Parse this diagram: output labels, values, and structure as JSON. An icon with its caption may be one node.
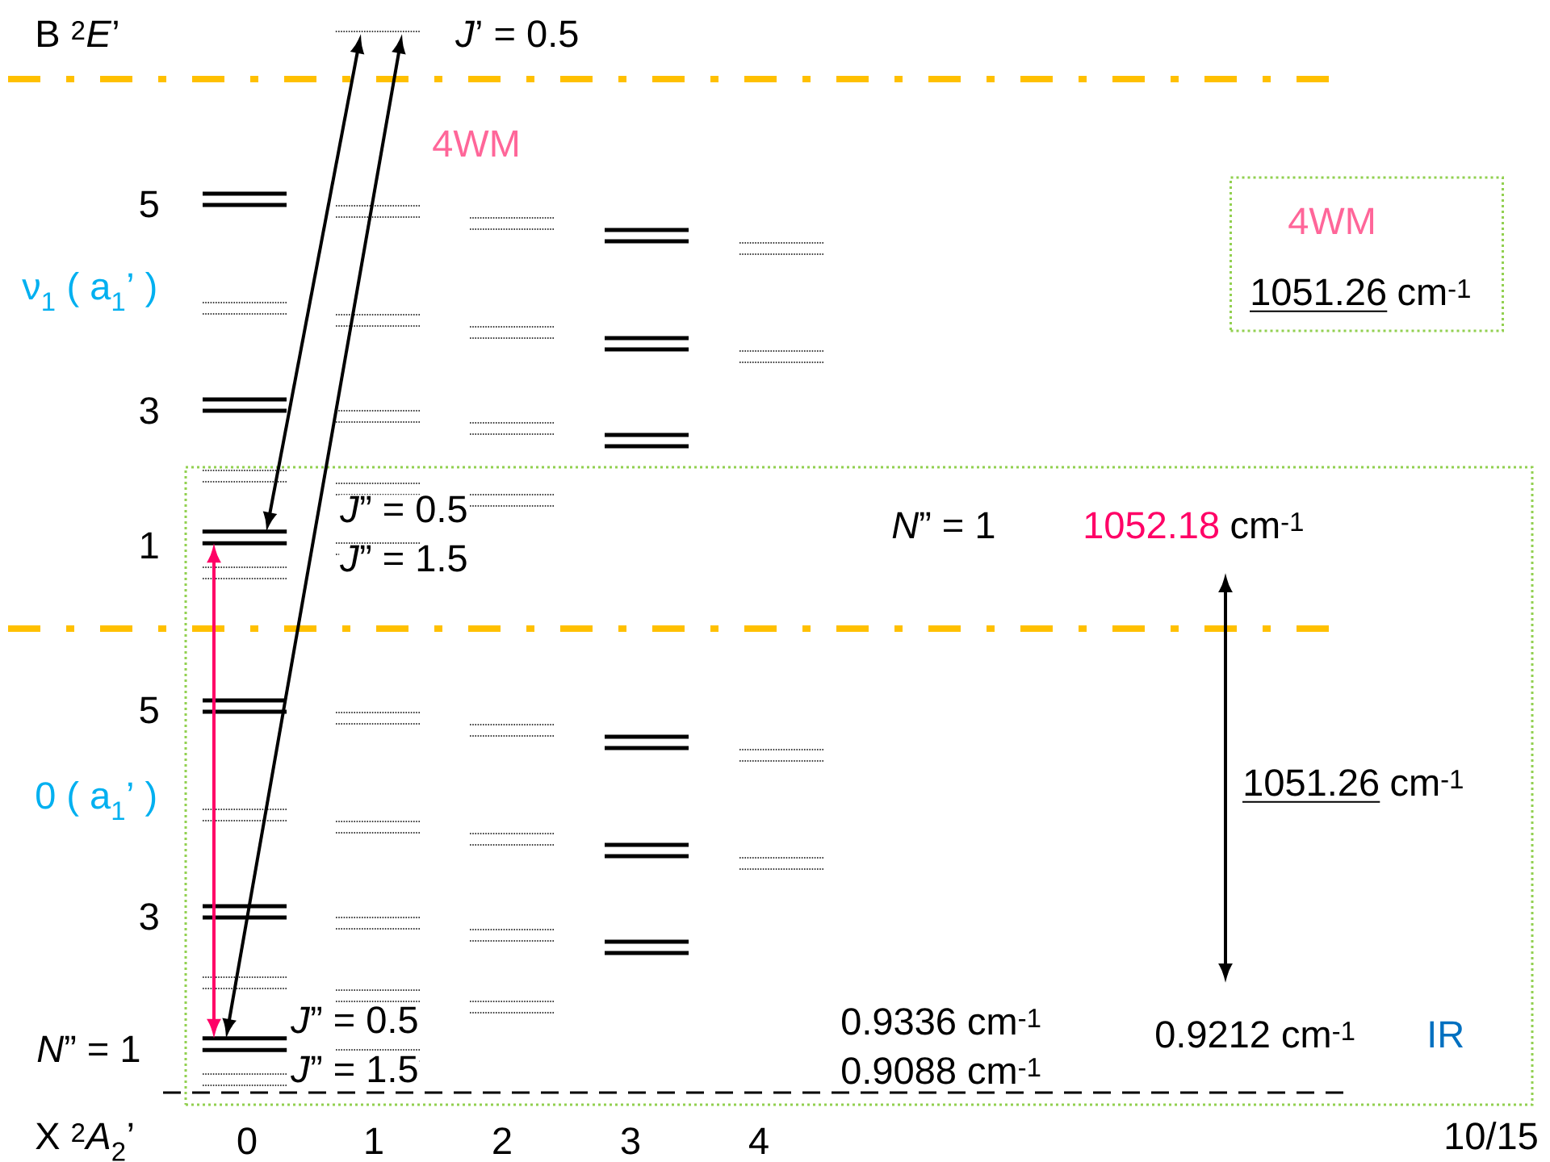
{
  "diagram": {
    "nodes": [
      {
        "text": [],
        "shape": "bar",
        "beside": [
          "*J*’ = 0.5"
        ]
      },
      {
        "text": [],
        "shape": "box"
      },
      {
        "text": [],
        "shape": "bar",
        "in": 1,
        "beside": [
          "*J*” = 0.5",
          "*J*” = 1.5"
        ]
      },
      {
        "text": [],
        "shape": "bar",
        "in": 1,
        "beside": [
          "*J*” = 0.5",
          "*J*” = 1.5"
        ]
      },
      {
        "text": [
          "4WM",
          "1051.26",
          "cm$^{-1}$"
        ]
      }
    ],
    "edges": [
      {
        "from": 2,
        "to": 0,
        "arrow": "both"
      },
      {
        "from": 3,
        "to": 0,
        "arrow": "both"
      },
      {
        "from": 2,
        "to": 3,
        "arrow": "both",
        "color": "#ff0066"
      }
    ],
    "labels": [
      "B $^{2}$*E*’",
      "4WM",
      "5",
      "ν$_{1}$ ( a$_{1}$’ )",
      "3",
      "1",
      "*N*” = 1",
      "1052.18",
      "cm$^{-1}$",
      "5",
      "0 ( a$_{1}$’ )",
      "1051.26",
      "cm$^{-1}$",
      "3",
      "0.9336 cm$^{-1}$",
      "0.9212 cm$^{-1}$",
      "IR",
      "*N*” = 1",
      "0.9088 cm$^{-1}$",
      "X $^{2}$*A*$_{2}$’",
      "0",
      "1",
      "2",
      "3",
      "4",
      "10/15"
    ]
  }
}
